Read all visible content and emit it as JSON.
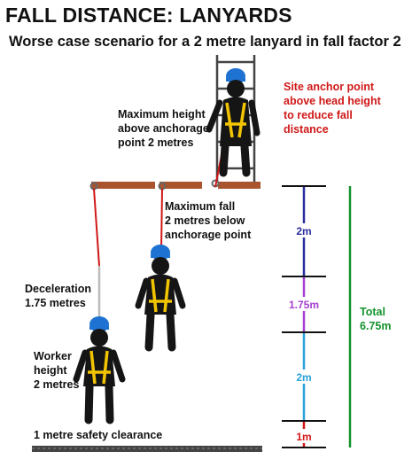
{
  "title": "FALL DISTANCE: LANYARDS",
  "subtitle": "Worse case scenario for a 2 metre lanyard in fall factor 2",
  "labels": {
    "max_height": [
      "Maximum height",
      "above anchorage",
      "point 2 metres"
    ],
    "anchor_point": [
      "Site anchor point",
      "above head height",
      "to reduce fall",
      "distance"
    ],
    "max_fall": [
      "Maximum fall",
      "2 metres below",
      "anchorage point"
    ],
    "deceleration": [
      "Deceleration",
      "1.75 metres"
    ],
    "worker_height": [
      "Worker",
      "height",
      "2 metres"
    ],
    "clearance": "1 metre safety clearance"
  },
  "segments": [
    {
      "label": "2m",
      "color": "#2a2d9c"
    },
    {
      "label": "1.75m",
      "color": "#a63fd0"
    },
    {
      "label": "2m",
      "color": "#2aa0d8"
    },
    {
      "label": "1m",
      "color": "#d01818"
    }
  ],
  "total": {
    "label": [
      "Total",
      "6.75m"
    ],
    "color": "#14922c"
  },
  "colors": {
    "beam": "#a9542f",
    "helmet": "#1e73d2",
    "harness": "#f2c400",
    "lanyard": "#d01818",
    "figure": "#151515",
    "ground": "#444444"
  }
}
